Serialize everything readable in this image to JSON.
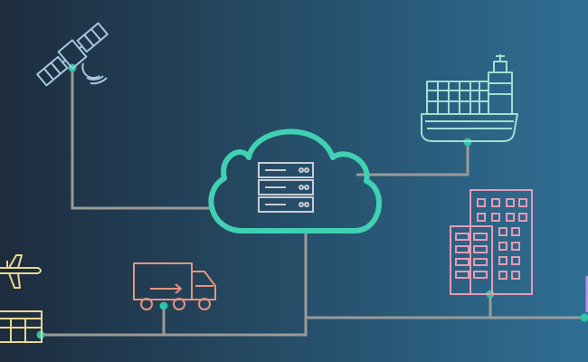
{
  "diagram": {
    "center": {
      "label": "cloud-server",
      "icon": "cloud-server-icon"
    },
    "nodes": [
      {
        "id": "satellite",
        "icon": "satellite-icon"
      },
      {
        "id": "cargo-ship",
        "icon": "cargo-ship-icon"
      },
      {
        "id": "office-buildings",
        "icon": "buildings-icon"
      },
      {
        "id": "delivery-truck",
        "icon": "truck-icon"
      },
      {
        "id": "airplane",
        "icon": "airplane-icon"
      },
      {
        "id": "warehouse",
        "icon": "warehouse-icon"
      }
    ],
    "colors": {
      "bg_dark": "#1d2c3d",
      "bg_light": "#2f6f94",
      "line": "#9a9a9a",
      "dot": "#2ec4a6",
      "cloud": "#3fd1b2",
      "server": "#c9ccd2",
      "satellite": "#a9c6e3",
      "ship": "#9fe0d1",
      "buildings": "#e69ab3",
      "truck": "#e5947f",
      "airplane": "#ead88d",
      "warehouse": "#ead88d",
      "edge_marker": "#c48ee6"
    }
  }
}
